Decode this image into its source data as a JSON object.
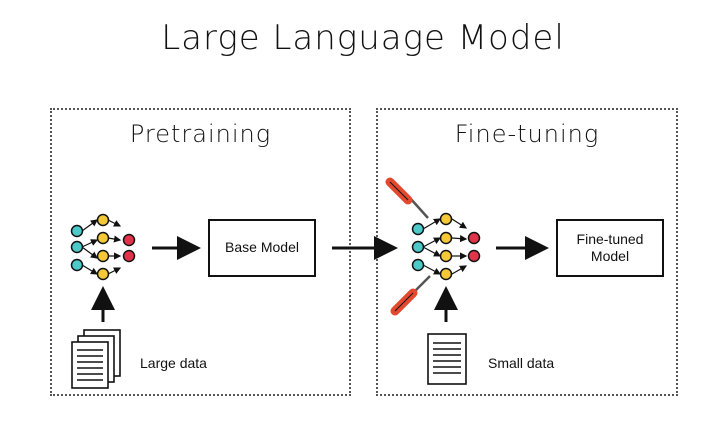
{
  "title": "Large Language Model",
  "pretraining": {
    "heading": "Pretraining",
    "model_box": "Base Model",
    "data_label": "Large data"
  },
  "finetuning": {
    "heading": "Fine-tuning",
    "model_box": "Fine-tuned Model",
    "data_label": "Small data"
  },
  "colors": {
    "node_cyan": "#4ec9c9",
    "node_yellow": "#f4c836",
    "node_red": "#e0344a",
    "tool_red": "#e2492f",
    "ink": "#111111"
  }
}
